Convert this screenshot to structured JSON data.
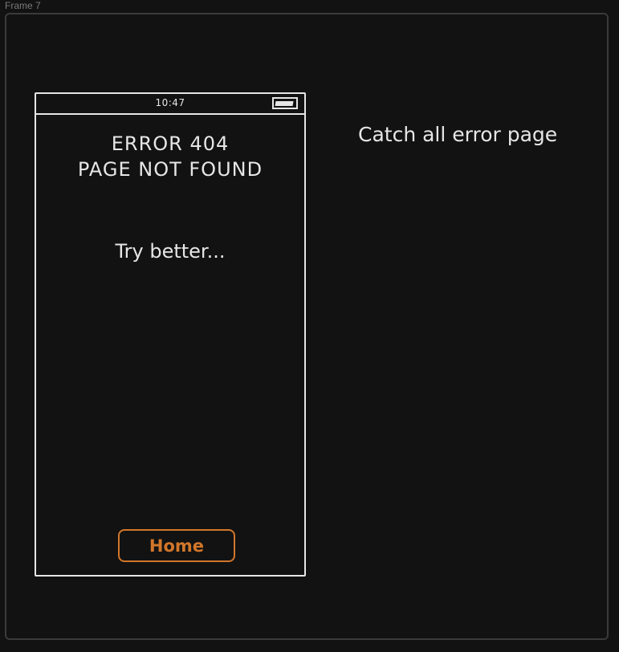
{
  "canvas": {
    "frame_label": "Frame 7",
    "note_text": "Catch all error page"
  },
  "phone": {
    "status_bar": {
      "time": "10:47",
      "battery_icon": "battery-icon"
    },
    "title_line1": "ERROR 404",
    "title_line2": "PAGE NOT FOUND",
    "message": "Try better...",
    "home_button_label": "Home"
  },
  "colors": {
    "background": "#121212",
    "stroke": "#e6e6e6",
    "accent": "#d2762a",
    "frame_border": "#3a3a3a",
    "label": "#7a7a7a"
  }
}
